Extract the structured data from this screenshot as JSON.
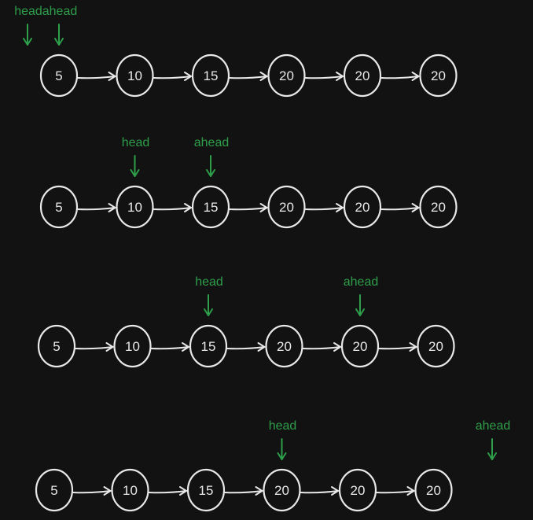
{
  "rows": [
    {
      "values": [
        "5",
        "10",
        "15",
        "20",
        "20",
        "20"
      ],
      "pointers": [
        {
          "label": "head",
          "pos": -1
        },
        {
          "label": "ahead",
          "pos": 0
        }
      ]
    },
    {
      "values": [
        "5",
        "10",
        "15",
        "20",
        "20",
        "20"
      ],
      "pointers": [
        {
          "label": "head",
          "pos": 1
        },
        {
          "label": "ahead",
          "pos": 2
        }
      ]
    },
    {
      "values": [
        "5",
        "10",
        "15",
        "20",
        "20",
        "20"
      ],
      "pointers": [
        {
          "label": "head",
          "pos": 2
        },
        {
          "label": "ahead",
          "pos": 4
        }
      ]
    },
    {
      "values": [
        "5",
        "10",
        "15",
        "20",
        "20",
        "20"
      ],
      "pointers": [
        {
          "label": "head",
          "pos": 3
        },
        {
          "label": "ahead",
          "pos": 6
        }
      ]
    }
  ],
  "colors": {
    "background": "#121212",
    "node": "#e8e8e8",
    "pointer": "#2e9e4a"
  }
}
